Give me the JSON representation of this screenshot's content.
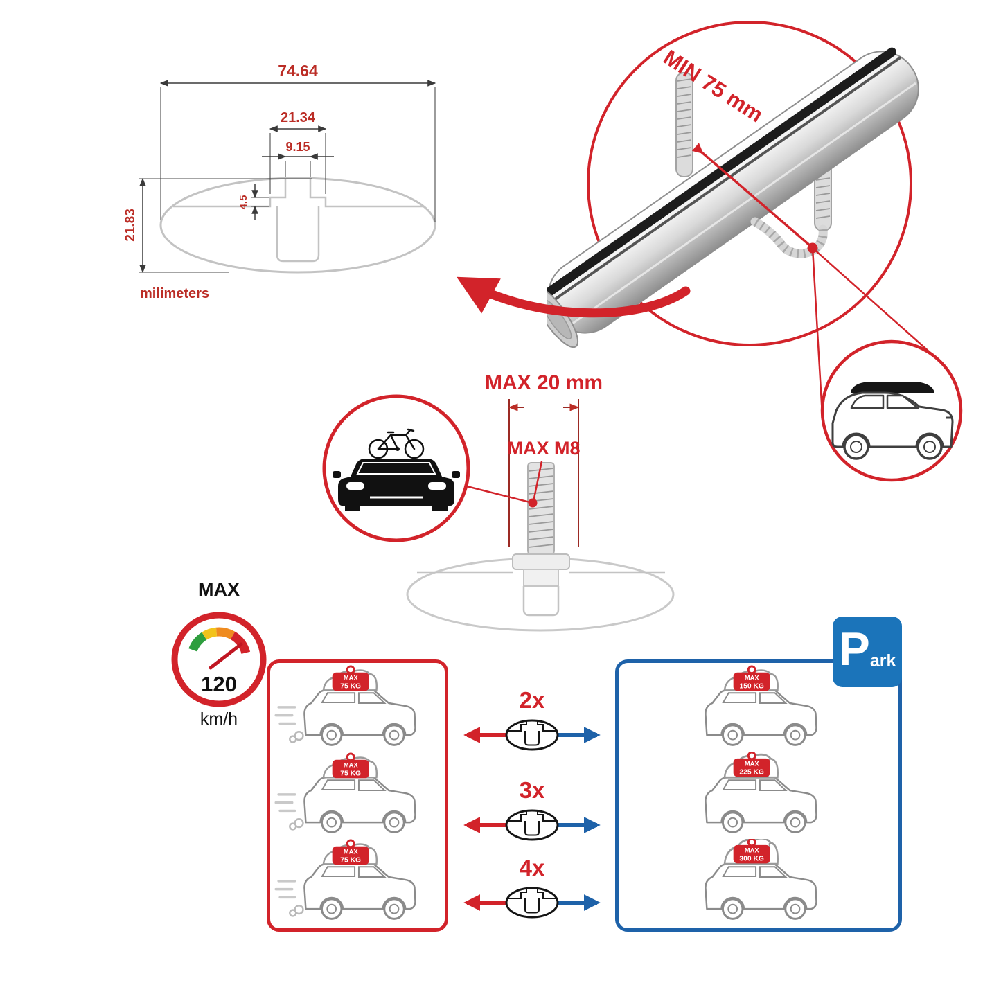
{
  "colors": {
    "accent_red": "#d2232a",
    "accent_blue": "#1e62a9",
    "park_blue": "#1b74ba",
    "dim_red": "#bb2d26",
    "drawing_gray": "#c3c3c3"
  },
  "cross_section": {
    "dim_total_width": "74.64",
    "dim_channel_outer": "21.34",
    "dim_slot_inner": "9.15",
    "dim_lip": "4.5",
    "dim_total_height": "21.83",
    "unit_label": "milimeters"
  },
  "bar_detail": {
    "min_clamp_span_label": "MIN 75 mm"
  },
  "bolt_detail": {
    "max_length_label": "MAX 20 mm",
    "max_thread_label": "MAX M8"
  },
  "speed_limit": {
    "title": "MAX",
    "value": "120",
    "unit": "km/h"
  },
  "left_panel": {
    "cars": [
      {
        "tag_title": "MAX",
        "tag_value": "75 KG"
      },
      {
        "tag_title": "MAX",
        "tag_value": "75 KG"
      },
      {
        "tag_title": "MAX",
        "tag_value": "75 KG"
      }
    ]
  },
  "right_panel": {
    "park_sign": {
      "letter": "P",
      "suffix": "ark"
    },
    "cars": [
      {
        "tag_title": "MAX",
        "tag_value": "150 KG"
      },
      {
        "tag_title": "MAX",
        "tag_value": "225 KG"
      },
      {
        "tag_title": "MAX",
        "tag_value": "300 KG"
      }
    ]
  },
  "multipliers": [
    {
      "label": "2x"
    },
    {
      "label": "3x"
    },
    {
      "label": "4x"
    }
  ]
}
